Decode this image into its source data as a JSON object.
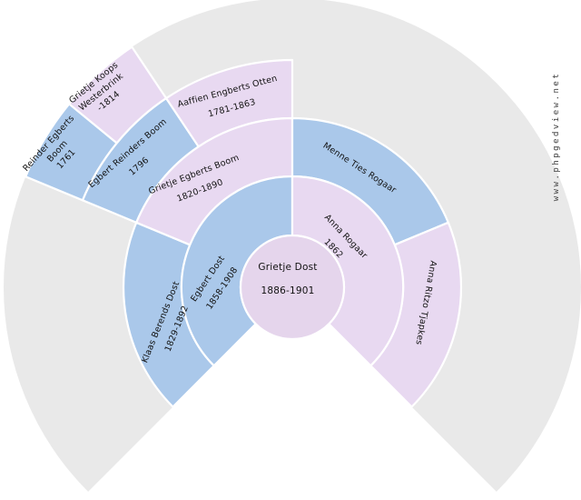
{
  "watermark": "www.phpgedview.net",
  "colors": {
    "male": "#aac8ea",
    "female": "#e8d9f1",
    "root_circle": "#e5d5ec",
    "empty": "#e9e9e9",
    "background": "#ffffff",
    "text": "#121212",
    "divider": "#ffffff"
  },
  "persons": {
    "root": {
      "name": "Grietje Dost",
      "dates": "1886-1901",
      "sex": "F"
    },
    "father": {
      "name": "Egbert Dost",
      "dates": "1858-1908",
      "sex": "M"
    },
    "mother": {
      "name": "Anna Rogaar",
      "dates": "1862",
      "sex": "F"
    },
    "paternal_grandfather": {
      "name": "Klaas Berends Dost",
      "dates": "1829-1892",
      "sex": "M"
    },
    "paternal_grandmother": {
      "name": "Grietje Egberts Boom",
      "dates": "1820-1890",
      "sex": "F"
    },
    "maternal_grandfather": {
      "name": "Menne Ties Rogaar",
      "dates": "",
      "sex": "M"
    },
    "maternal_grandmother": {
      "name": "Anna Ritzo Tjapkes",
      "dates": "",
      "sex": "F"
    },
    "great_grandfather_boom": {
      "name": "Egbert Reinders Boom",
      "dates": "1796",
      "sex": "M"
    },
    "great_grandmother_otten": {
      "name": "Aaffien Engberts Otten",
      "dates": "1781-1863",
      "sex": "F"
    },
    "great_great_grandfather_boom": {
      "name": "Reinder Egberts Boom",
      "name_line1": "Reinder Egberts",
      "name_line2": "Boom",
      "dates": "1761",
      "sex": "M"
    },
    "great_great_grandmother_westerbrink": {
      "name": "Grietje Koops Westerbrink",
      "name_line1": "Grietje Koops",
      "name_line2": "Westerbrink",
      "dates": "-1814",
      "sex": "F"
    }
  }
}
